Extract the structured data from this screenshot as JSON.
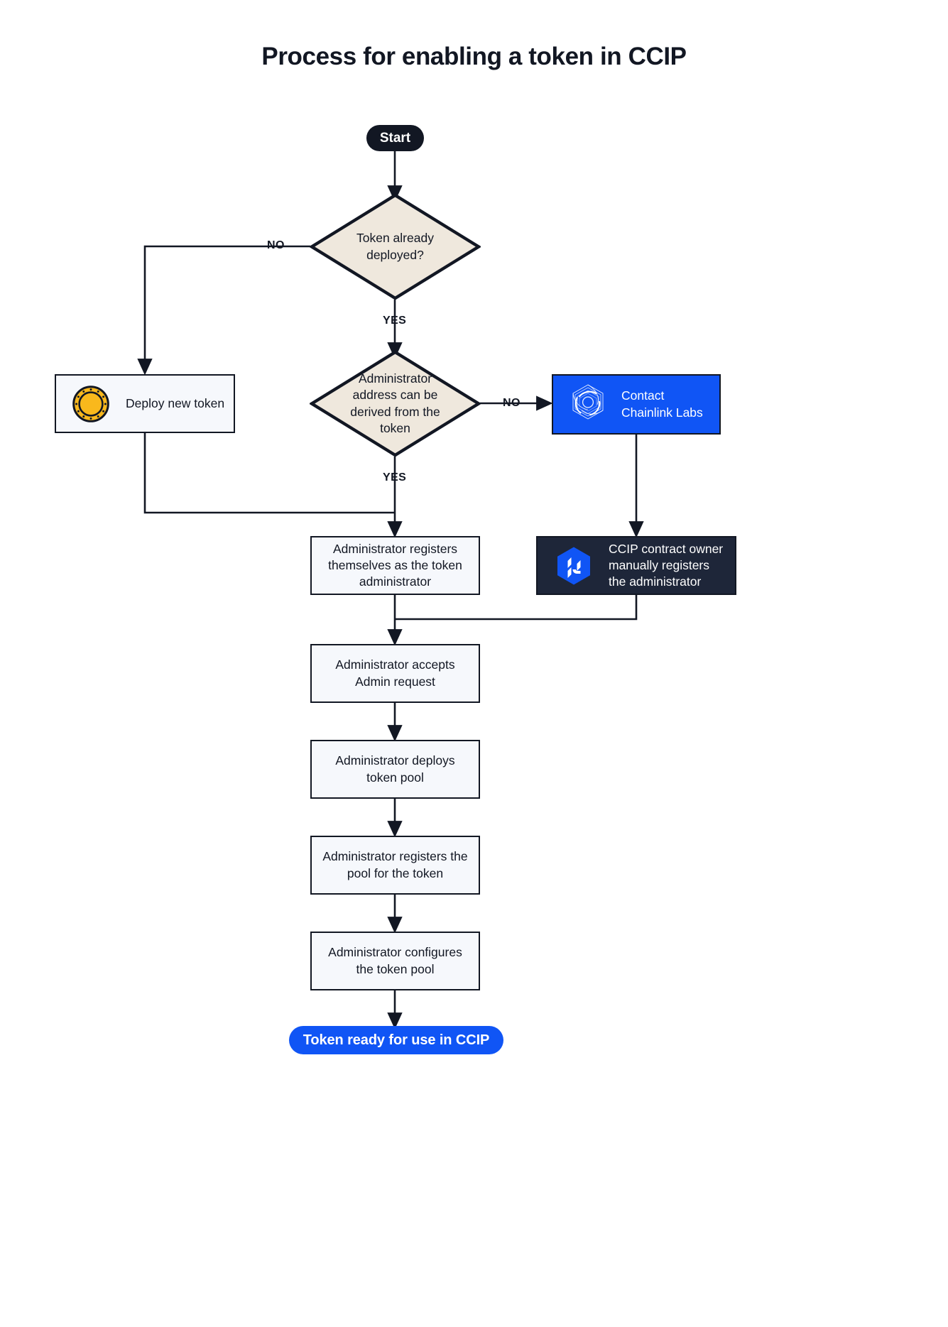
{
  "title": "Process for enabling a token in CCIP",
  "nodes": {
    "start": {
      "label": "Start",
      "type": "terminator",
      "fill": "#121723",
      "text_color": "#ffffff"
    },
    "decision_token_deployed": {
      "label": "Token already deployed?",
      "type": "decision",
      "fill": "#EFE8DD"
    },
    "deploy_new_token": {
      "label": "Deploy new token",
      "type": "process",
      "icon": "gold-coin-icon",
      "fill": "#F6F8FC"
    },
    "decision_admin_derived": {
      "label": "Administrator address can be derived from the token",
      "type": "decision",
      "fill": "#EFE8DD"
    },
    "contact_chainlink_labs": {
      "label": "Contact\nChainlink Labs",
      "line1": "Contact",
      "line2": "Chainlink Labs",
      "type": "process",
      "icon": "chainlink-logo-icon",
      "fill": "#1055F5",
      "text_color": "#ffffff"
    },
    "ccip_owner_registers": {
      "label": "CCIP contract owner manually registers the administrator",
      "line1": "CCIP contract owner",
      "line2": "manually registers",
      "line3": "the administrator",
      "type": "process",
      "icon": "ccip-logo-icon",
      "fill": "#1E2639",
      "text_color": "#ffffff"
    },
    "admin_registers_self": {
      "label": "Administrator registers themselves as the token administrator",
      "type": "process",
      "fill": "#F6F8FC"
    },
    "admin_accepts_request": {
      "label": "Administrator accepts Admin request",
      "type": "process",
      "fill": "#F6F8FC"
    },
    "admin_deploys_pool": {
      "label": "Administrator deploys token pool",
      "type": "process",
      "fill": "#F6F8FC"
    },
    "admin_registers_pool": {
      "label": "Administrator registers the pool for the token",
      "type": "process",
      "fill": "#F6F8FC"
    },
    "admin_configures_pool": {
      "label": "Administrator configures the token pool",
      "type": "process",
      "fill": "#F6F8FC"
    },
    "end": {
      "label": "Token ready for use in CCIP",
      "type": "terminator",
      "fill": "#1055F5",
      "text_color": "#ffffff"
    }
  },
  "edge_labels": {
    "deployed_no": "NO",
    "deployed_yes": "YES",
    "derived_no": "NO",
    "derived_yes": "YES"
  },
  "colors": {
    "background": "#ffffff",
    "ink": "#121723",
    "decision_fill": "#EFE8DD",
    "process_fill": "#F6F8FC",
    "brand_blue": "#1055F5",
    "dark_panel": "#1E2639",
    "coin_gold": "#F9B81C"
  }
}
